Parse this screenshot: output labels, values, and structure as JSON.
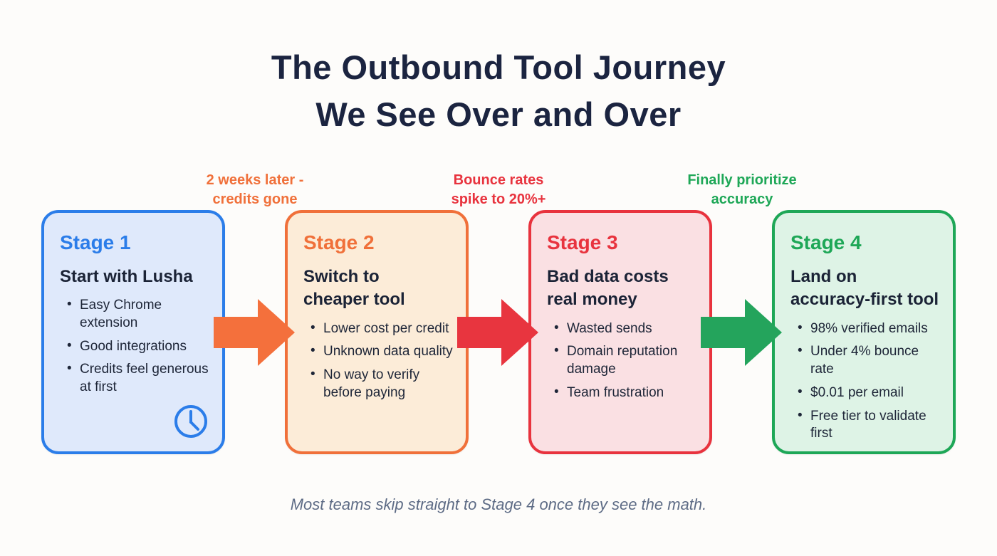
{
  "title": {
    "line1": "The Outbound Tool Journey",
    "line2": "We See Over and Over"
  },
  "transitions": [
    {
      "line1": "2 weeks later -",
      "line2": "credits gone",
      "color": "#f0703a"
    },
    {
      "line1": "Bounce rates",
      "line2": "spike to 20%+",
      "color": "#e8333e"
    },
    {
      "line1": "Finally prioritize",
      "line2": "accuracy",
      "color": "#1ea757"
    }
  ],
  "stages": [
    {
      "label": "Stage 1",
      "heading_lines": [
        "Start with Lusha"
      ],
      "bullets": [
        "Easy Chrome extension",
        "Good integrations",
        "Credits feel generous at first"
      ],
      "icon": "clock-icon",
      "colors": {
        "accent": "#2b7de9",
        "background": "#dfe9fb"
      }
    },
    {
      "label": "Stage 2",
      "heading_lines": [
        "Switch to",
        "cheaper tool"
      ],
      "bullets": [
        "Lower cost per credit",
        "Unknown data quality",
        "No way to verify before paying"
      ],
      "colors": {
        "accent": "#f0703a",
        "background": "#fcecd8"
      }
    },
    {
      "label": "Stage 3",
      "heading_lines": [
        "Bad data costs",
        "real money"
      ],
      "bullets": [
        "Wasted sends",
        "Domain reputation damage",
        "Team frustration"
      ],
      "colors": {
        "accent": "#e8333e",
        "background": "#fae0e3"
      }
    },
    {
      "label": "Stage 4",
      "heading_lines": [
        "Land on",
        "accuracy-first tool"
      ],
      "bullets": [
        "98% verified emails",
        "Under 4% bounce rate",
        "$0.01 per email",
        "Free tier to validate first"
      ],
      "colors": {
        "accent": "#1ea757",
        "background": "#def3e6"
      }
    }
  ],
  "arrows": [
    {
      "name": "arrow-stage1-to-stage2",
      "color": "#f4703c"
    },
    {
      "name": "arrow-stage2-to-stage3",
      "color": "#e8353f"
    },
    {
      "name": "arrow-stage3-to-stage4",
      "color": "#24a45c"
    }
  ],
  "caption": "Most teams skip straight to Stage 4 once they see the math."
}
